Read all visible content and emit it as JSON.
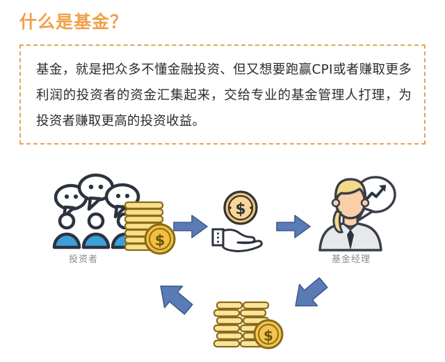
{
  "page": {
    "title": "什么是基金？",
    "title_color": "#F0A14B",
    "background": "#ffffff"
  },
  "definition": {
    "border_color": "#E8A256",
    "border_style": "dashed",
    "text": "基金，就是把众多不懂金融投资、但又想要跑赢CPI或者赚取更多利润的投资者的资金汇集起来，交给专业的基金管理人打理，为投资者赚取更高的投资收益。"
  },
  "diagram": {
    "nodes": [
      {
        "id": "investors",
        "icon": "investors-with-speech-bubbles-and-coins-icon",
        "label": "投资者",
        "label_color": "#8a8a8a",
        "colors": {
          "person": "#3B9FD8",
          "outline": "#2c3340",
          "coin": "#F0C040",
          "coin_light": "#F8DF8C"
        }
      },
      {
        "id": "money-handoff",
        "icon": "hand-holding-coin-icon",
        "label": "",
        "colors": {
          "coin": "#F6C36B",
          "coin_inner": "#FAD694",
          "outline": "#2c3340"
        }
      },
      {
        "id": "fund-manager",
        "icon": "fund-manager-person-with-growth-chart-bubble-icon",
        "label": "基金经理",
        "label_color": "#8a8a8a",
        "colors": {
          "hair": "#F5D98B",
          "face": "#FBCFA8",
          "suit": "#E6E8EC",
          "tie": "#2c3340",
          "outline": "#3a3f4a"
        }
      },
      {
        "id": "returns",
        "icon": "gold-coin-stack-icon",
        "label": "",
        "colors": {
          "coin": "#F2C44E",
          "coin_light": "#F9E49B",
          "outline": "#8a6a18"
        }
      }
    ],
    "arrows": [
      {
        "id": "investors-to-handoff",
        "icon": "arrow-right-icon",
        "direction": "right",
        "color": "#5A7BB5"
      },
      {
        "id": "handoff-to-manager",
        "icon": "arrow-right-icon",
        "direction": "right",
        "color": "#5A7BB5"
      },
      {
        "id": "returns-to-investors",
        "icon": "arrow-up-left-icon",
        "direction": "up-left",
        "color": "#5A7BB5"
      },
      {
        "id": "manager-to-returns",
        "icon": "arrow-down-left-icon",
        "direction": "down-left",
        "color": "#5A7BB5"
      }
    ]
  }
}
